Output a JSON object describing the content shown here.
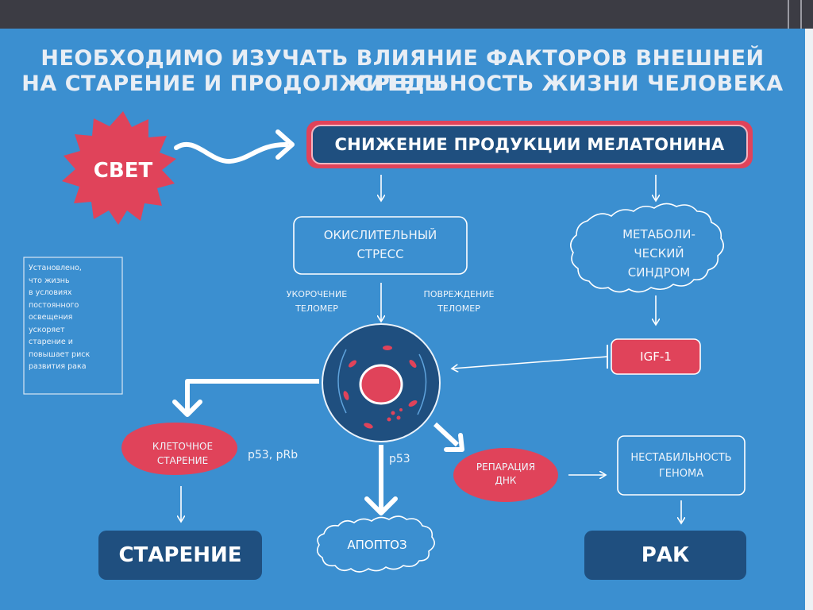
{
  "slide": {
    "title_line1": "НЕОБХОДИМО ИЗУЧАТЬ ВЛИЯНИЕ ФАКТОРОВ ВНЕШНЕЙ СРЕДЫ",
    "title_line2": "НА СТАРЕНИЕ И ПРОДОЛЖИТЕЛЬНОСТЬ ЖИЗНИ ЧЕЛОВЕКА"
  },
  "nodes": {
    "light": "СВЕТ",
    "melatonin": "СНИЖЕНИЕ ПРОДУКЦИИ МЕЛАТОНИНА",
    "oxidative_line1": "ОКИСЛИТЕЛЬНЫЙ",
    "oxidative_line2": "СТРЕСС",
    "metabolic_line1": "МЕТАБОЛИ-",
    "metabolic_line2": "ЧЕСКИЙ",
    "metabolic_line3": "СИНДРОМ",
    "telomere_short_line1": "УКОРОЧЕНИЕ",
    "telomere_short_line2": "ТЕЛОМЕР",
    "telomere_damage_line1": "ПОВРЕЖДЕНИЕ",
    "telomere_damage_line2": "ТЕЛОМЕР",
    "igf": "IGF-1",
    "cell_aging_line1": "КЛЕТОЧНОЕ",
    "cell_aging_line2": "СТАРЕНИЕ",
    "p53_prb": "p53, pRb",
    "p53": "p53",
    "dna_repair_line1": "РЕПАРАЦИЯ",
    "dna_repair_line2": "ДНК",
    "genome_line1": "НЕСТАБИЛЬНОСТЬ",
    "genome_line2": "ГЕНОМА",
    "aging": "СТАРЕНИЕ",
    "apoptosis": "АПОПТОЗ",
    "cancer": "РАК"
  },
  "note": {
    "lines": [
      "Установлено,",
      "что жизнь",
      "в условиях",
      "постоянного",
      "освещения",
      "ускоряет",
      "старение и",
      "повышает риск",
      "развития рака"
    ]
  },
  "colors": {
    "background": "#3b8fd0",
    "navy": "#1f4f7f",
    "red": "#e0435a",
    "white": "#ffffff"
  }
}
